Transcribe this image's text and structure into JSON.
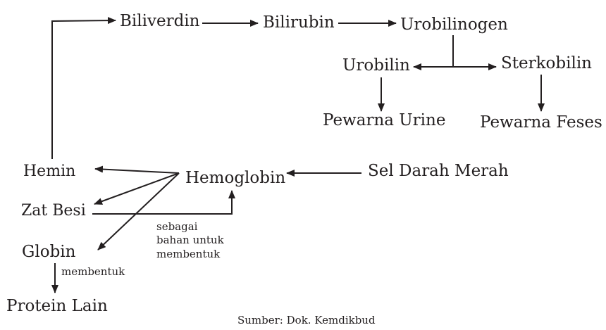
{
  "nodes": {
    "biliverdin": "Biliverdin",
    "bilirubin": "Bilirubin",
    "urobilinogen": "Urobilinogen",
    "urobilin": "Urobilin",
    "sterkobilin": "Sterkobilin",
    "pewarna_urine": "Pewarna Urine",
    "pewarna_feses": "Pewarna Feses",
    "hemin": "Hemin",
    "hemoglobin": "Hemoglobin",
    "sel_darah_merah": "Sel Darah Merah",
    "zat_besi": "Zat Besi",
    "globin": "Globin",
    "protein_lain": "Protein Lain"
  },
  "notes": {
    "zat_besi_line1": "sebagai",
    "zat_besi_line2": "bahan untuk",
    "zat_besi_line3": "membentuk",
    "globin": "membentuk"
  },
  "source": "Sumber: Dok. Kemdikbud"
}
